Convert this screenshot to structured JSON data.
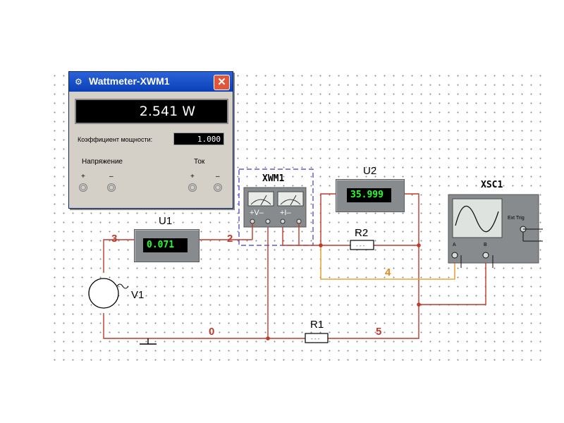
{
  "window": {
    "title": "Wattmeter-XWM1",
    "close_glyph": "✕",
    "display_value": "2.541 W",
    "power_factor_label": "Коэффициент мощности:",
    "power_factor_value": "1.000",
    "voltage_label": "Напряжение",
    "current_label": "Ток",
    "plus": "+",
    "minus": "–"
  },
  "components": {
    "xwm1": "XWM1",
    "xwm1_terminals_v": "+V–",
    "xwm1_terminals_i": "+I–",
    "u1": "U1",
    "u1_value": "0.071",
    "u2": "U2",
    "u2_value": "35.999",
    "r1": "R1",
    "r2": "R2",
    "v1": "V1",
    "xsc1": "XSC1",
    "xsc1_trig": "Ext Trig",
    "xsc1_a": "A",
    "xsc1_b": "B"
  },
  "nodes": {
    "n0": "0",
    "n2": "2",
    "n3": "3",
    "n4": "4",
    "n5": "5"
  },
  "colors": {
    "wire_red": "#c0392b",
    "wire_orange": "#e8a33b",
    "lcd_green": "#23ff2e",
    "title_blue": "#0a3fb8"
  }
}
